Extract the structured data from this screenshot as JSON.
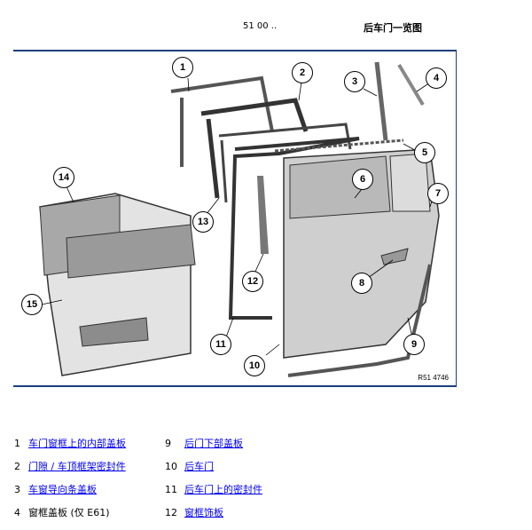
{
  "header": {
    "code": "51 00 ..",
    "title": "后车门一览图"
  },
  "figure": {
    "code": "R51 4746",
    "callouts": [
      "1",
      "2",
      "3",
      "4",
      "5",
      "6",
      "7",
      "8",
      "9",
      "10",
      "11",
      "12",
      "13",
      "14",
      "15"
    ]
  },
  "parts": {
    "left": [
      {
        "num": "1",
        "label": "车门窗框上的内部盖板",
        "link": true
      },
      {
        "num": "2",
        "label": "门隙 / 车顶框架密封件",
        "link": true
      },
      {
        "num": "3",
        "label": "车窗导向条盖板",
        "link": true
      },
      {
        "num": "4",
        "label": "窗框盖板 (仅 E61)",
        "link": false
      }
    ],
    "right": [
      {
        "num": "9",
        "label": "后门下部盖板",
        "link": true
      },
      {
        "num": "10",
        "label": "后车门",
        "link": true
      },
      {
        "num": "11",
        "label": "后车门上的密封件",
        "link": true
      },
      {
        "num": "12",
        "label": "窗框饰板",
        "link": true
      }
    ]
  }
}
